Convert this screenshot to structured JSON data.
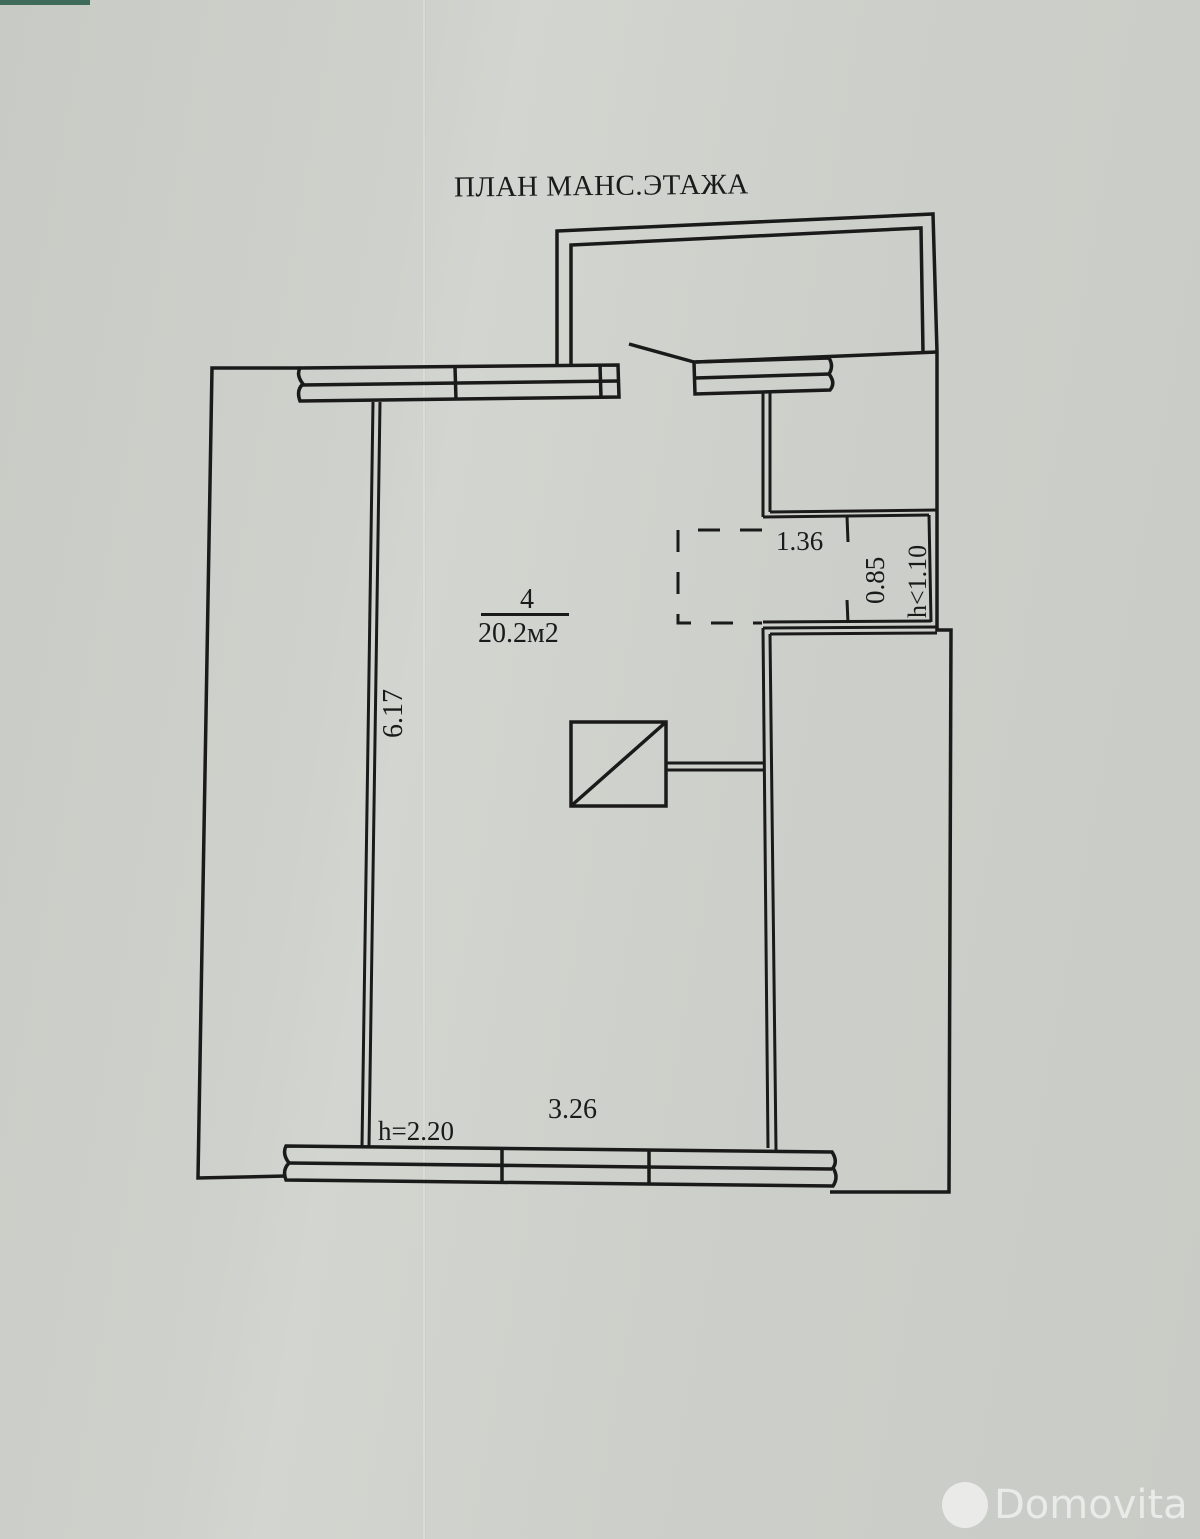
{
  "plan": {
    "title": "ПЛАН МАНС.ЭТАЖА",
    "room": {
      "number": "4",
      "area": "20.2м2"
    },
    "dimensions": {
      "length": "6.17",
      "width": "3.26",
      "ceiling_height": "h=2.20",
      "niche_width": "1.36",
      "niche_depth": "0.85",
      "niche_height": "h<1.10"
    },
    "symbols": [
      "chimney-ventilation-shaft",
      "door-swing",
      "windows",
      "balcony"
    ]
  },
  "watermark": {
    "text": "Domovita"
  },
  "colors": {
    "paper": "#cdcfca",
    "ink": "#1a1a1a",
    "watermark": "#f0f0ee"
  }
}
